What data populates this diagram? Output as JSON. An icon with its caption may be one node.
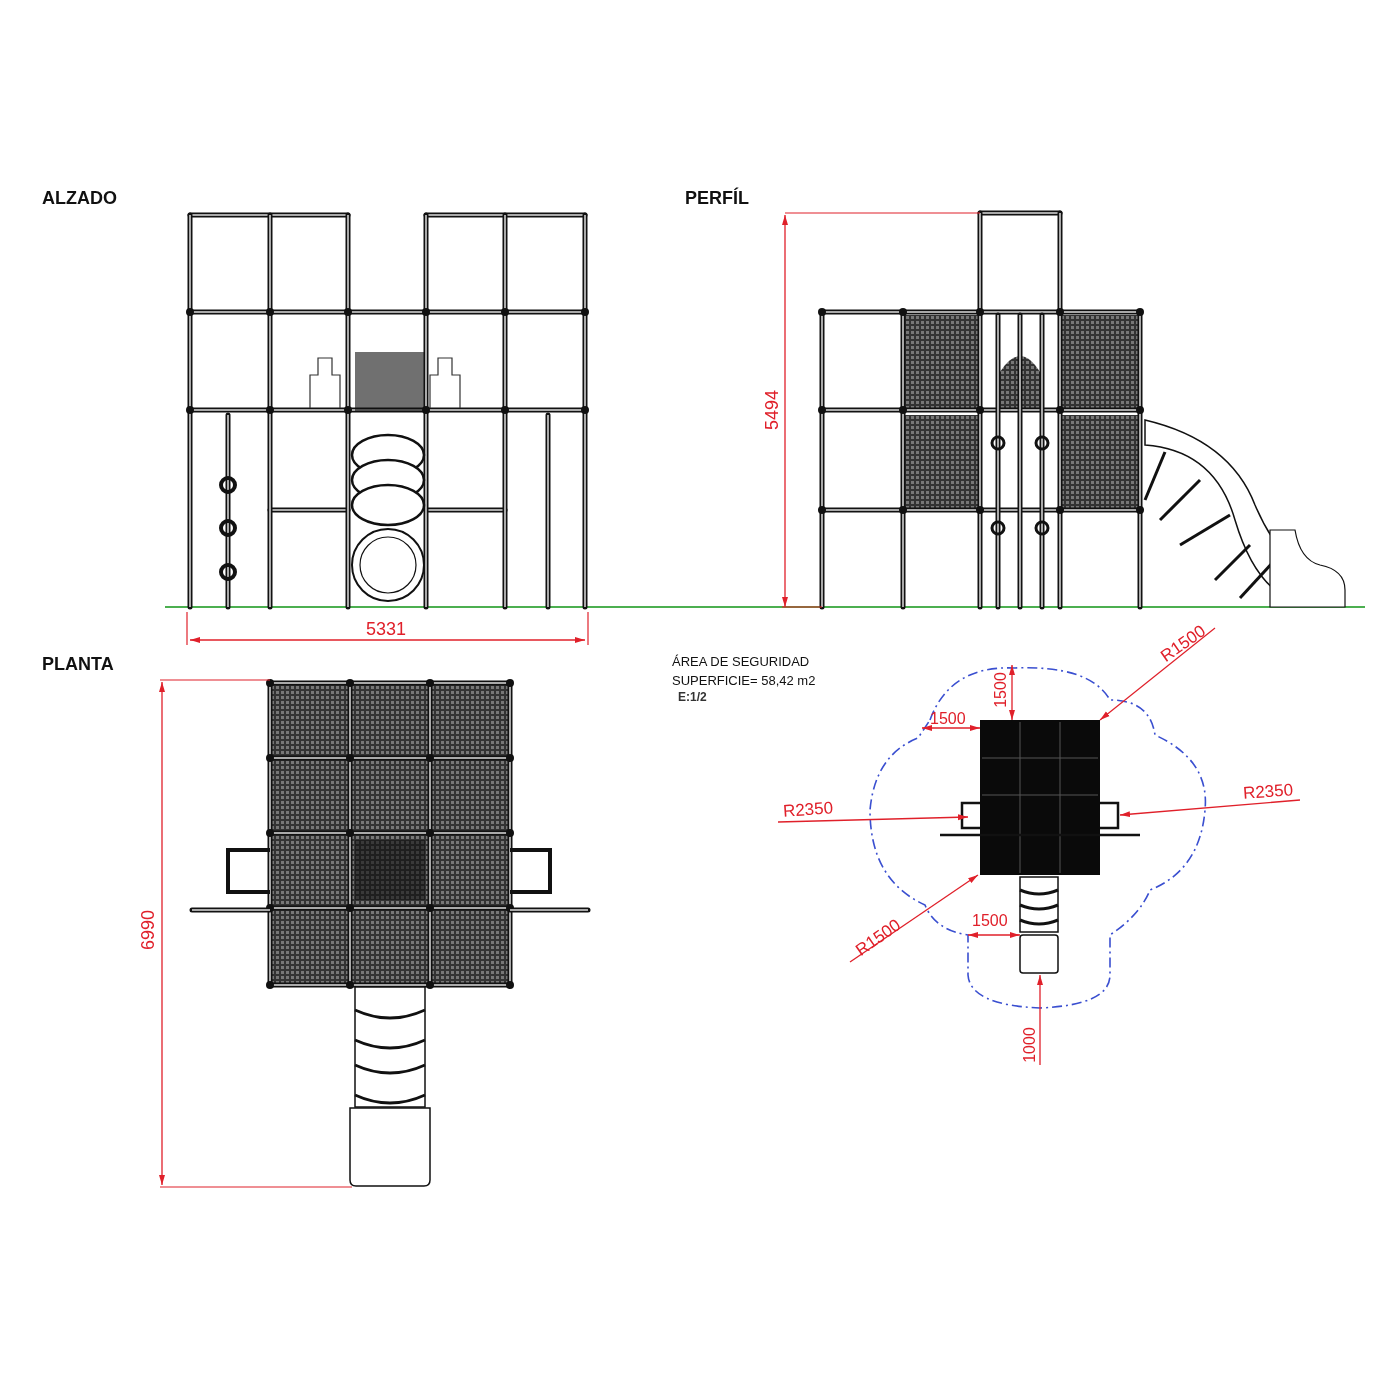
{
  "diagram": {
    "labels": [
      "ALZADO",
      "PERFÍL",
      "5494",
      "5331",
      "PLANTA",
      "ÁREA DE SEGURIDAD",
      "SUPERFICIE= 58,42 m2",
      "E:1/2",
      "R1500",
      "1500",
      "1500",
      "R2350",
      "R2350",
      "6990",
      "R1500",
      "1500",
      "1000"
    ]
  }
}
